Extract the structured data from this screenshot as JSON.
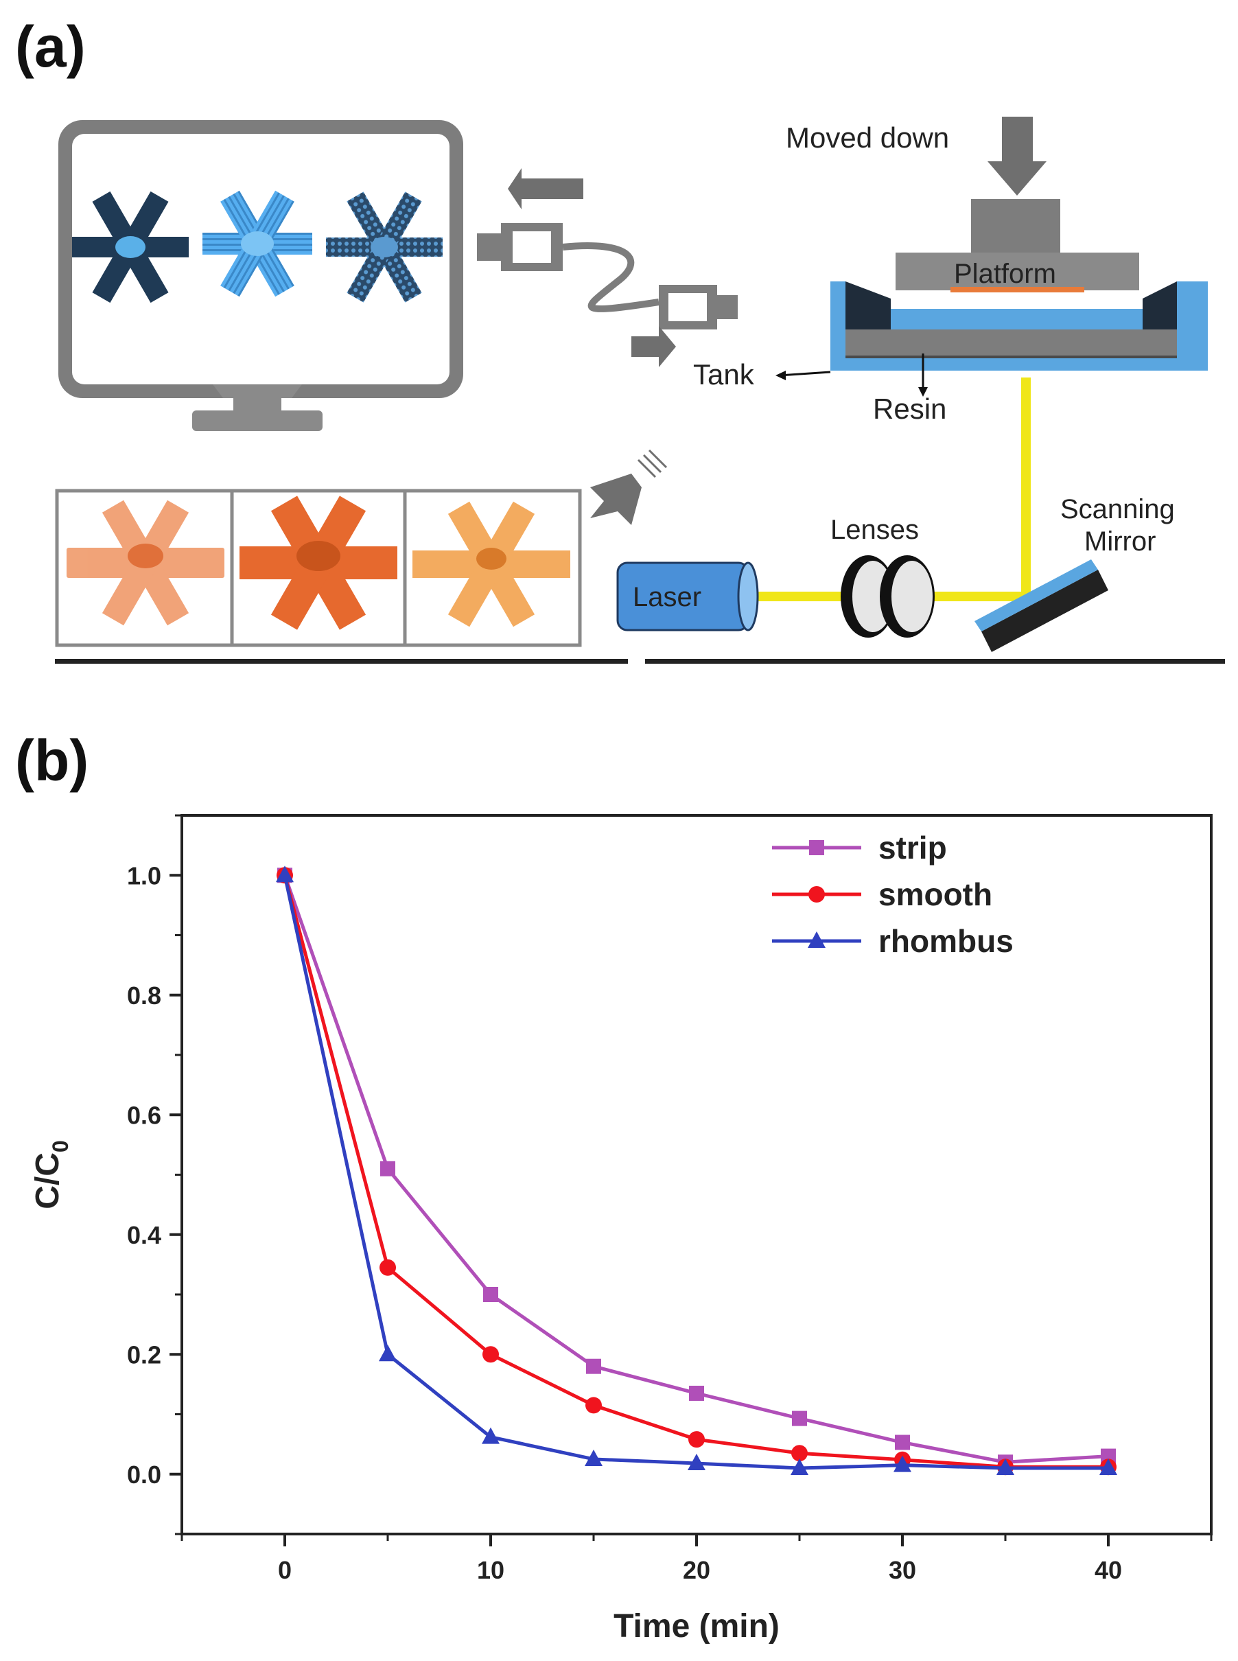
{
  "panels": {
    "a": "(a)",
    "b": "(b)"
  },
  "schematic": {
    "moved_down": "Moved  down",
    "platform": "Platform",
    "tank": "Tank",
    "resin": "Resin",
    "lenses": "Lenses",
    "scanning": "Scanning",
    "mirror": "Mirror",
    "laser": "Laser"
  },
  "colors": {
    "strip": "#b04fb8",
    "smooth": "#f0141e",
    "rhombus": "#3040c0",
    "monitor": "#8a8a8a",
    "tank": "#5aa6e0",
    "laser_beam": "#f0e619",
    "part_orange": "#e87b3a"
  },
  "chart_data": {
    "type": "line",
    "xlabel": "Time (min)",
    "ylabel_main": "C/C",
    "ylabel_sub": "0",
    "xlim": [
      -5,
      45
    ],
    "ylim": [
      -0.1,
      1.1
    ],
    "xticks": [
      0,
      10,
      20,
      30,
      40
    ],
    "xtick_labels": [
      "0",
      "10",
      "20",
      "30",
      "40"
    ],
    "yticks": [
      0.0,
      0.2,
      0.4,
      0.6,
      0.8,
      1.0
    ],
    "ytick_labels": [
      "0.0",
      "0.2",
      "0.4",
      "0.6",
      "0.8",
      "1.0"
    ],
    "legend_position": "top-right",
    "x": [
      0,
      5,
      10,
      15,
      20,
      25,
      30,
      35,
      40
    ],
    "series": [
      {
        "name": "strip",
        "marker": "square",
        "color": "#b04fb8",
        "values": [
          1.0,
          0.51,
          0.3,
          0.18,
          0.135,
          0.093,
          0.053,
          0.02,
          0.03
        ]
      },
      {
        "name": "smooth",
        "marker": "circle",
        "color": "#f0141e",
        "values": [
          1.0,
          0.345,
          0.2,
          0.115,
          0.058,
          0.035,
          0.024,
          0.012,
          0.012
        ]
      },
      {
        "name": "rhombus",
        "marker": "triangle",
        "color": "#3040c0",
        "values": [
          1.0,
          0.2,
          0.062,
          0.025,
          0.018,
          0.01,
          0.015,
          0.01,
          0.01
        ]
      }
    ]
  }
}
